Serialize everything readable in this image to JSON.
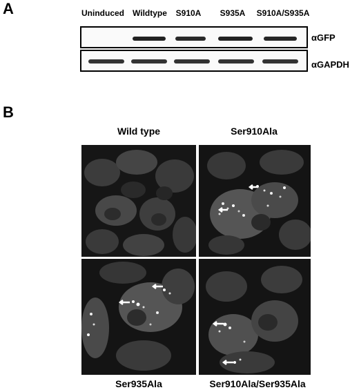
{
  "panel_a": {
    "letter": "A",
    "lanes": [
      "Uninduced",
      "Wildtype",
      "S910A",
      "S935A",
      "S910A/S935A"
    ],
    "gfp_label": "αGFP",
    "gapdh_label": "αGAPDH",
    "gfp_band_present": [
      false,
      true,
      true,
      true,
      true
    ],
    "gapdh_band_present": [
      true,
      true,
      true,
      true,
      true
    ]
  },
  "panel_b": {
    "letter": "B",
    "images": [
      {
        "title": "Wild type",
        "title_position": "top",
        "arrows": 0
      },
      {
        "title": "Ser910Ala",
        "title_position": "top",
        "arrows": 2
      },
      {
        "title": "Ser935Ala",
        "title_position": "bottom",
        "arrows": 2
      },
      {
        "title": "Ser910Ala/Ser935Ala",
        "title_position": "bottom",
        "arrows": 2
      }
    ]
  },
  "colors": {
    "band": "#222222",
    "micrograph_bg": "#1a1a1a",
    "cell": "#4a4a4a",
    "puncta": "#ffffff"
  }
}
